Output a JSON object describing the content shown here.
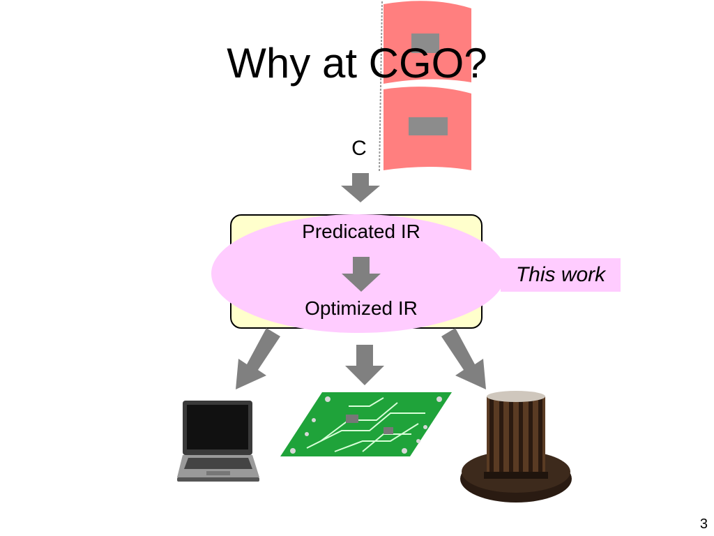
{
  "slide": {
    "title": "Why at CGO?",
    "source_label": "C",
    "stage_top": "Predicated IR",
    "stage_bottom": "Optimized IR",
    "callout": "This work",
    "page_number": "3"
  },
  "colors": {
    "flag": "#ff7f7f",
    "flag_patch": "#8c8c8c",
    "box_fill": "#ffffcc",
    "ellipse_fill": "#ffccff",
    "arrow": "#808080",
    "pcb_green": "#1fa33a"
  },
  "icons": [
    "red-flag-icon",
    "laptop-icon",
    "circuit-board-icon",
    "supercomputer-icon",
    "down-arrow-icon",
    "diagonal-arrow-icon"
  ]
}
